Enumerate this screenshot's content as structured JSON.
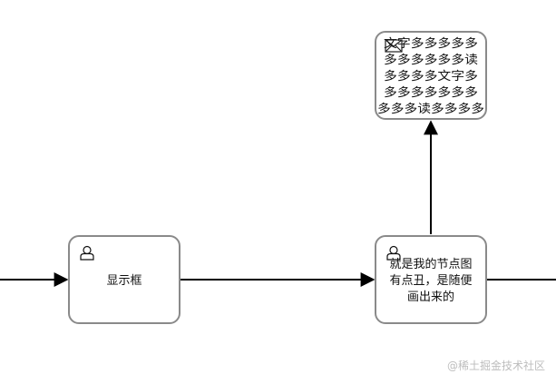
{
  "diagram": {
    "tasks": {
      "display": {
        "label": "显示框",
        "icon": "user-icon"
      },
      "node": {
        "lines": [
          "就是我的节点图",
          "有点丑，是随便",
          "画出来的"
        ],
        "icon": "user-icon"
      },
      "text": {
        "lines": [
          "文字多多多多多",
          "多多多多多多读",
          "多多多多文字多",
          "多多多多多多多",
          "多多多读多多多多"
        ],
        "icon": "envelope-icon"
      }
    },
    "colors": {
      "task_border": "#8a8a8a",
      "edge": "#000000"
    }
  },
  "watermark": "@稀土掘金技术社区"
}
